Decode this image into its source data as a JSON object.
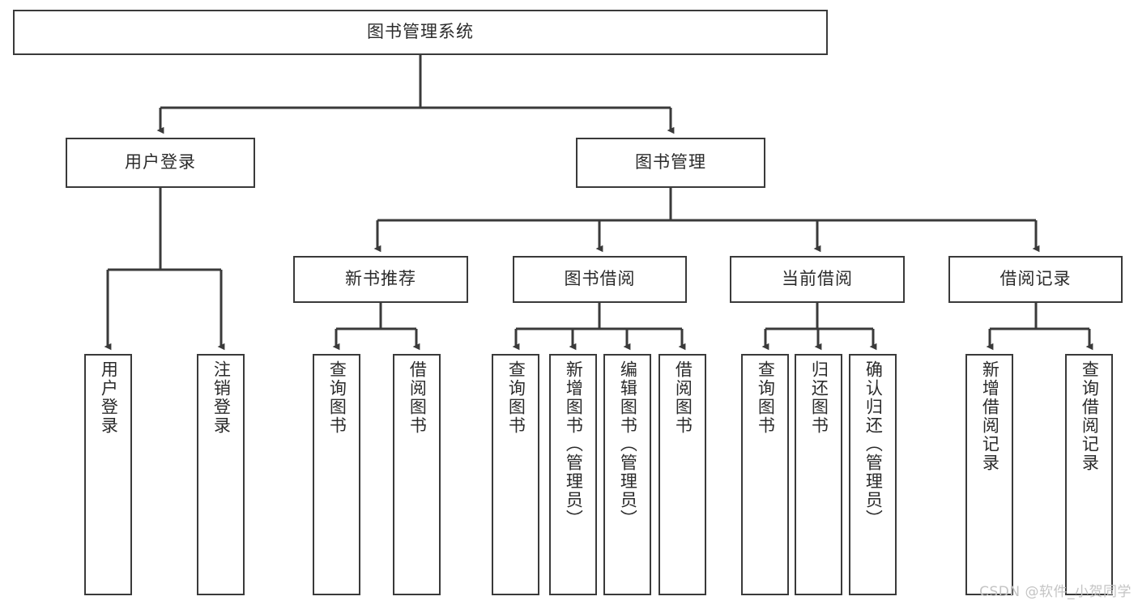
{
  "diagram": {
    "title": "图书管理系统",
    "type": "hierarchy-tree",
    "watermark": "CSDN @软件_小贺同学",
    "colors": {
      "background": "#ffffff",
      "box_border": "#3a3a3a",
      "box_fill": "#ffffff",
      "text": "#2b2b2b",
      "connector": "#3a3a3a",
      "watermark": "#c4c4c4"
    },
    "root": {
      "label": "图书管理系统"
    },
    "level2": [
      {
        "label": "用户登录"
      },
      {
        "label": "图书管理"
      }
    ],
    "level3": [
      {
        "label": "新书推荐"
      },
      {
        "label": "图书借阅"
      },
      {
        "label": "当前借阅"
      },
      {
        "label": "借阅记录"
      }
    ],
    "leaves": {
      "user_login": [
        {
          "label": "用户登录"
        },
        {
          "label": "注销登录"
        }
      ],
      "new_book": [
        {
          "label": "查询图书"
        },
        {
          "label": "借阅图书"
        }
      ],
      "book_borrow": [
        {
          "label": "查询图书"
        },
        {
          "label": "新增图书（管理员）"
        },
        {
          "label": "编辑图书（管理员）"
        },
        {
          "label": "借阅图书"
        }
      ],
      "current_borrow": [
        {
          "label": "查询图书"
        },
        {
          "label": "归还图书"
        },
        {
          "label": "确认归还（管理员）"
        }
      ],
      "borrow_record": [
        {
          "label": "新增借阅记录"
        },
        {
          "label": "查询借阅记录"
        }
      ]
    }
  }
}
